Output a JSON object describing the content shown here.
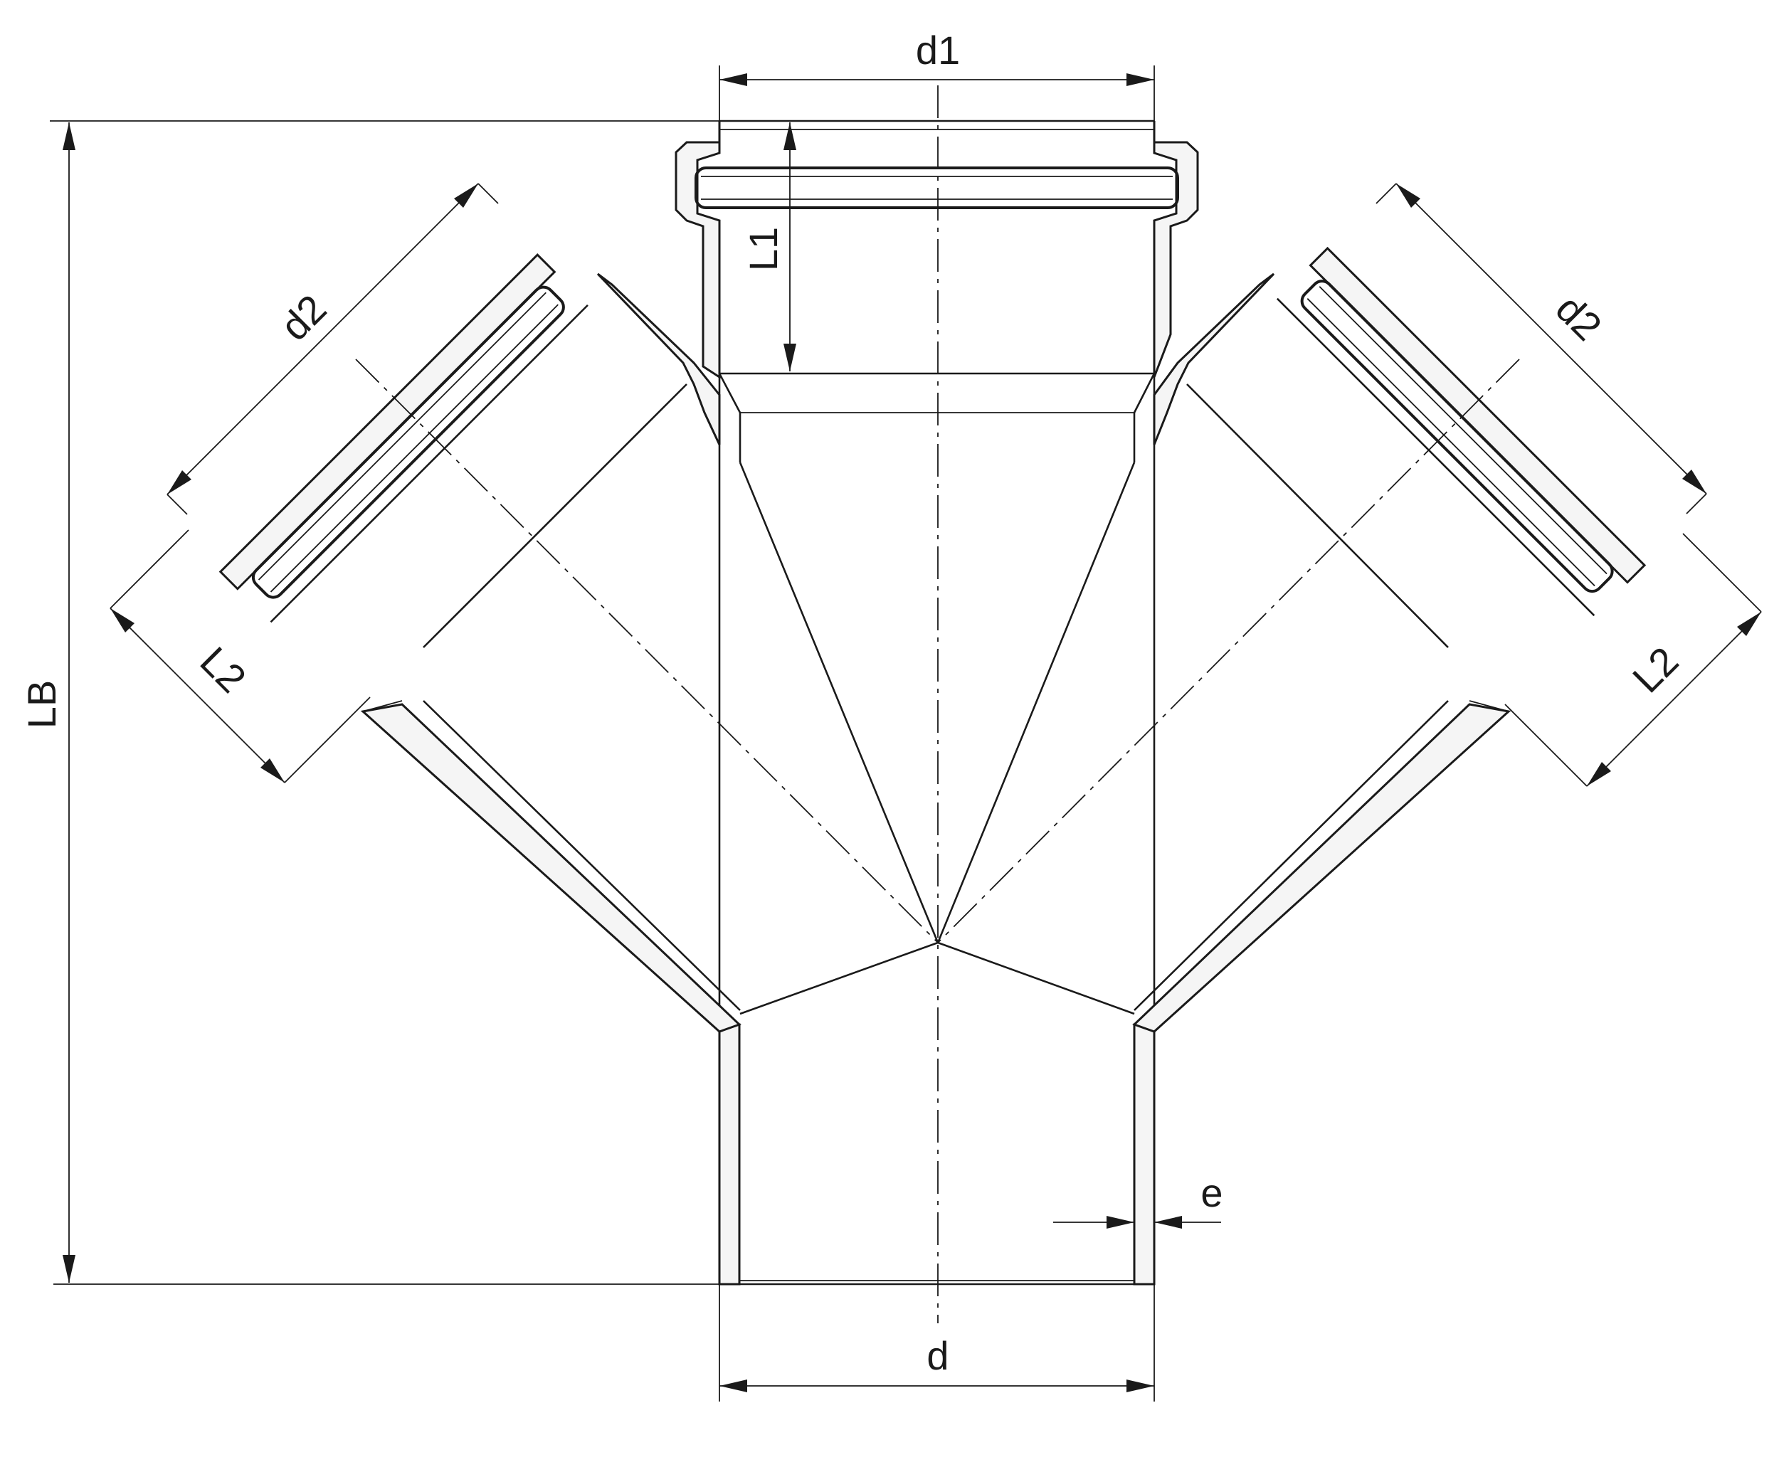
{
  "labels": {
    "d1": "d1",
    "d2_left": "d2",
    "d2_right": "d2",
    "L1": "L1",
    "L2_left": "L2",
    "L2_right": "L2",
    "LB": "LB",
    "e": "e",
    "d": "d"
  },
  "colors": {
    "line": "#1a1a1a",
    "fill": "#f5f5f5",
    "background": "#ffffff"
  }
}
